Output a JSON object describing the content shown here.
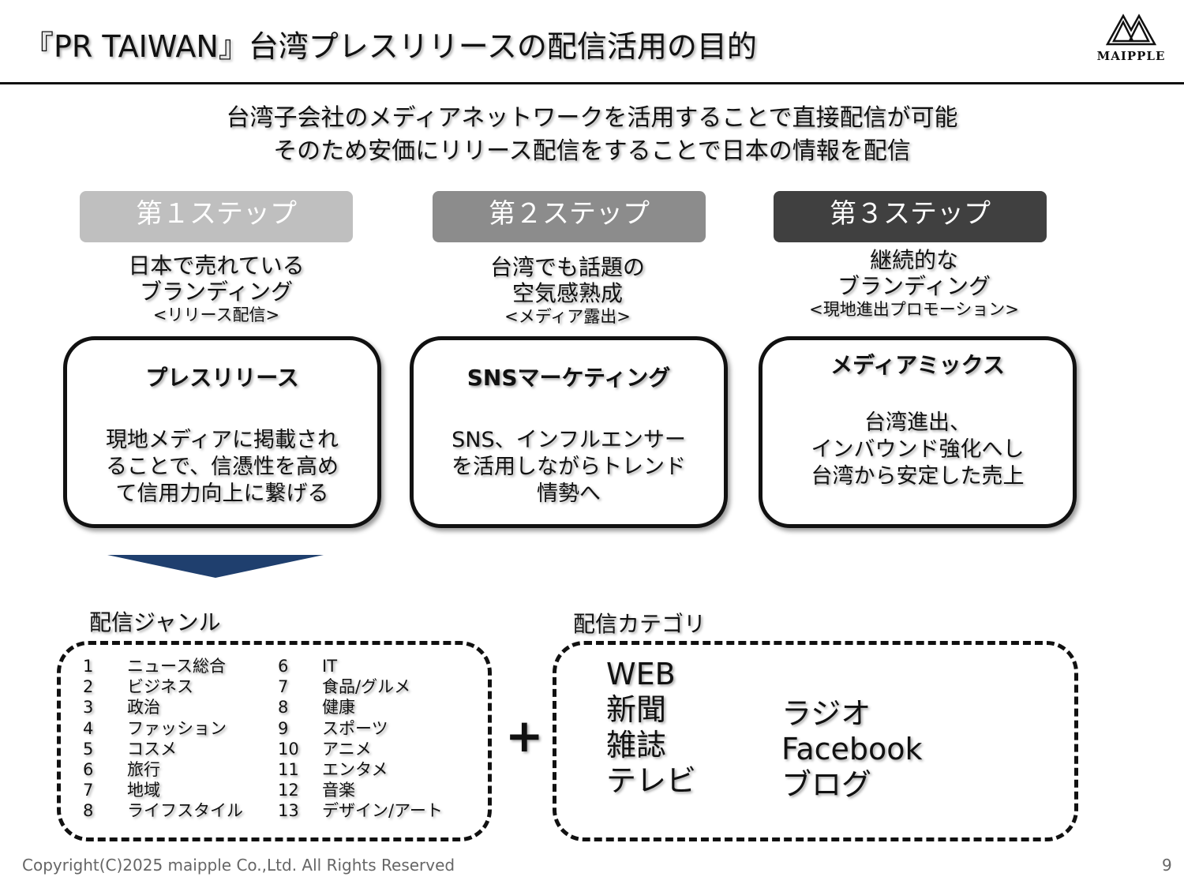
{
  "title": "『PR TAIWAN』台湾プレスリリースの配信活用の目的",
  "logo": {
    "text": "MAIPPLE"
  },
  "subtitle": [
    "台湾子会社のメディアネットワークを活用することで直接配信が可能",
    "そのため安価にリリース配信をすることで日本の情報を配信"
  ],
  "steps": [
    {
      "label": "第１ステップ",
      "color": "#bfbfbf",
      "desc": [
        "日本で売れている",
        "ブランディング"
      ],
      "note": "<リリース配信>",
      "card_title": "プレスリリース",
      "card_body": [
        "現地メディアに掲載され",
        "ることで、信憑性を高め",
        "て信用力向上に繋げる"
      ]
    },
    {
      "label": "第２ステップ",
      "color": "#8c8c8c",
      "desc": [
        "台湾でも話題の",
        "空気感熟成"
      ],
      "note": "<メディア露出>",
      "card_title": "SNSマーケティング",
      "card_body": [
        "SNS、インフルエンサー",
        "を活用しながらトレンド",
        "情勢へ"
      ]
    },
    {
      "label": "第３ステップ",
      "color": "#404040",
      "desc": [
        "継続的な",
        "ブランディング"
      ],
      "note": "<現地進出プロモーション>",
      "card_title": "メディアミックス",
      "card_body": [
        "台湾進出、",
        "インバウンド強化へし",
        "台湾から安定した売上"
      ]
    }
  ],
  "arrow_color": "#1f3f6e",
  "genre": {
    "label": "配信ジャンル",
    "items": [
      [
        "1",
        "ニュース総合"
      ],
      [
        "2",
        "ビジネス"
      ],
      [
        "3",
        "政治"
      ],
      [
        "4",
        "ファッション"
      ],
      [
        "5",
        "コスメ"
      ],
      [
        "6",
        "旅行"
      ],
      [
        "7",
        "地域"
      ],
      [
        "8",
        "ライフスタイル"
      ],
      [
        "6",
        "IT"
      ],
      [
        "7",
        "食品/グルメ"
      ],
      [
        "8",
        "健康"
      ],
      [
        "9",
        "スポーツ"
      ],
      [
        "10",
        "アニメ"
      ],
      [
        "11",
        "エンタメ"
      ],
      [
        "12",
        "音楽"
      ],
      [
        "13",
        "デザイン/アート"
      ]
    ]
  },
  "plus": "+",
  "category": {
    "label": "配信カテゴリ",
    "col1": [
      "WEB",
      "新聞",
      "雑誌",
      "テレビ"
    ],
    "col2": [
      "ラジオ",
      "Facebook",
      "ブログ"
    ]
  },
  "footer": "Copyright(C)2025 maipple Co.,Ltd. All Rights Reserved",
  "page_number": "9"
}
